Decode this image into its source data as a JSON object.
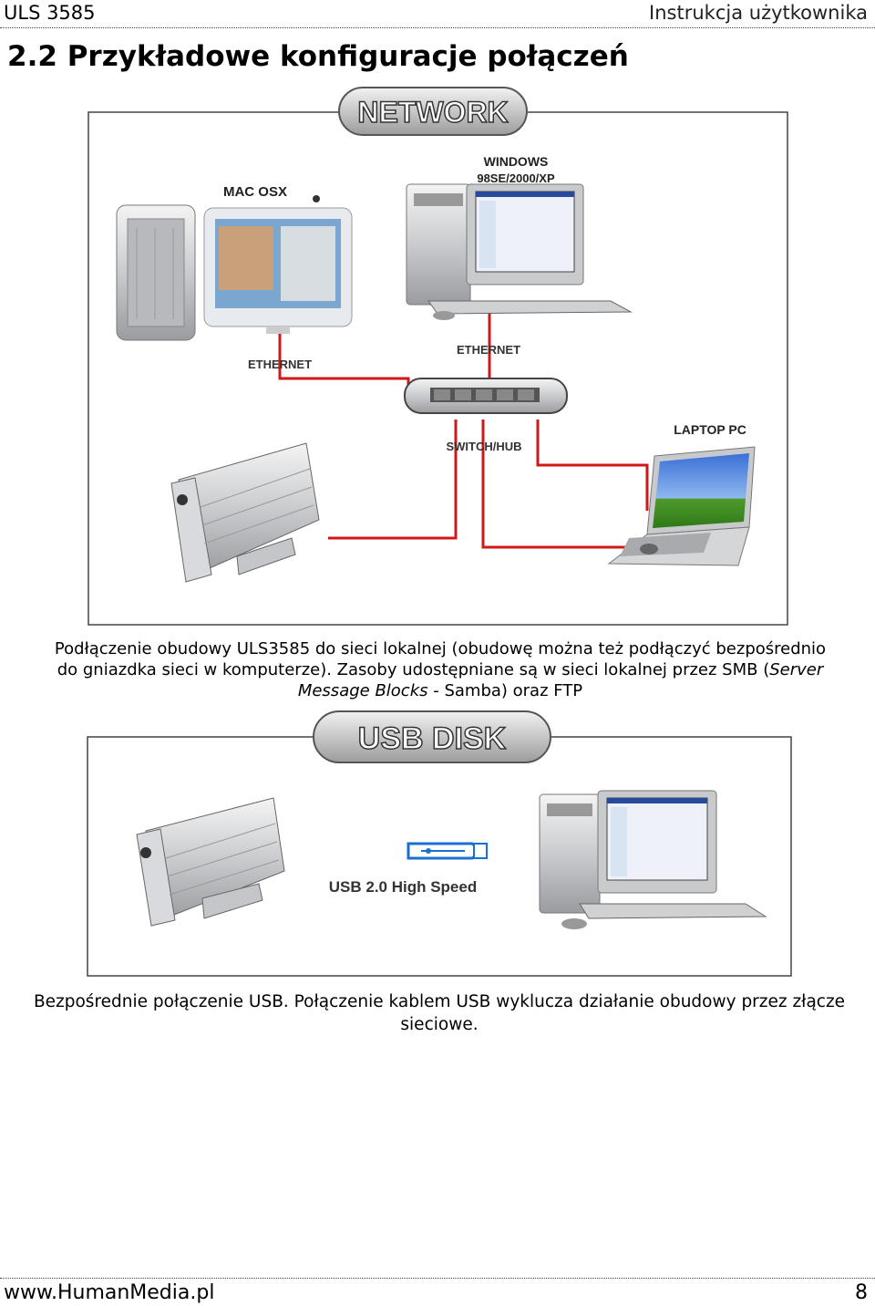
{
  "header": {
    "product": "ULS 3585",
    "doc_type": "Instrukcja użytkownika"
  },
  "section": {
    "title": "2.2  Przykładowe konfiguracje połączeń"
  },
  "network_diagram": {
    "badge": "NETWORK",
    "mac_label": "MAC OSX",
    "windows_label_1": "WINDOWS",
    "windows_label_2": "98SE/2000/XP",
    "ethernet_left": "ETHERNET",
    "ethernet_right": "ETHERNET",
    "switch_label": "SWITCH/HUB",
    "laptop_label": "LAPTOP PC"
  },
  "caption1": {
    "line1": "Podłączenie obudowy ULS3585 do sieci lokalnej (obudowę można też podłączyć bezpośrednio",
    "line2": "do gniazdka sieci w komputerze). Zasoby udostępniane są w sieci lokalnej przez SMB (",
    "italic1": "Server",
    "italic2": "Message Blocks",
    "line3_rest": " - Samba) oraz FTP"
  },
  "usb_diagram": {
    "badge": "USB DISK",
    "usb_label": "USB 2.0 High Speed"
  },
  "caption2": {
    "text": "Bezpośrednie połączenie USB. Połączenie kablem USB wyklucza działanie obudowy przez złącze sieciowe."
  },
  "footer": {
    "website": "www.HumanMedia.pl",
    "page_number": "8"
  }
}
